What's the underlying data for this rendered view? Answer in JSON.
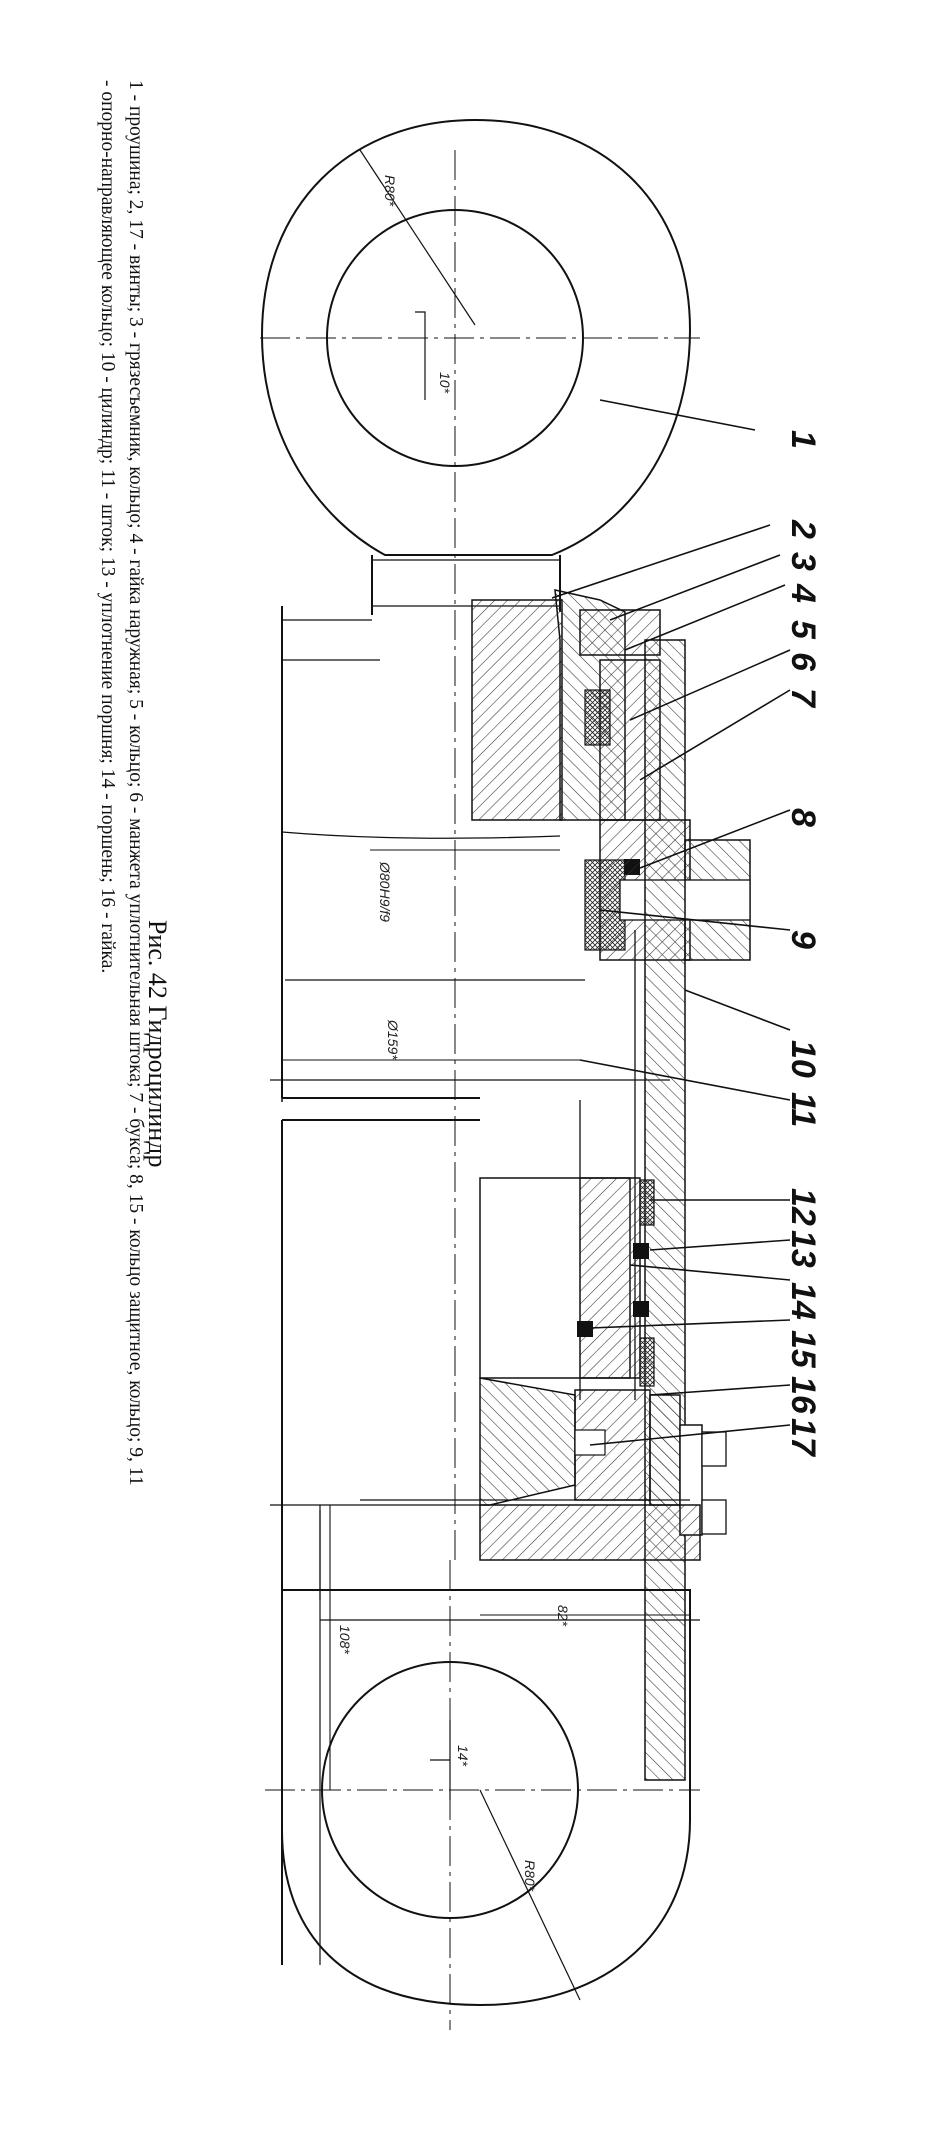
{
  "figure": {
    "title": "Рис. 42 Гидроцилиндр",
    "legend_line_1": "1 - проушина; 2, 17 - винты; 3 - грязесъемник, кольцо; 4 - гайка наружная; 5 - кольцо; 6 - манжета уплотнительная штока; 7 - букса; 8, 15 - кольцо защитное, кольцо; 9, 11",
    "legend_line_2": "- опорно-направляющее кольцо; 10 - цилиндр; 11 - шток; 13 - уплотнение поршня; 14 - поршень; 16 - гайка."
  },
  "dimensions": {
    "r80_top": "R80*",
    "offset_10": "10*",
    "bore": "Ø80H9/f9",
    "outer": "Ø159*",
    "dim_82": "82*",
    "dim_108": "108*",
    "offset_14": "14*",
    "r80_bottom": "R80*"
  },
  "callouts": {
    "c1": "1",
    "c2": "2",
    "c3": "3",
    "c4": "4",
    "c5": "5",
    "c6": "6",
    "c7": "7",
    "c8": "8",
    "c9": "9",
    "c10": "10",
    "c11": "11",
    "c12": "12",
    "c13": "13",
    "c14": "14",
    "c15": "15",
    "c16": "16",
    "c17": "17"
  }
}
